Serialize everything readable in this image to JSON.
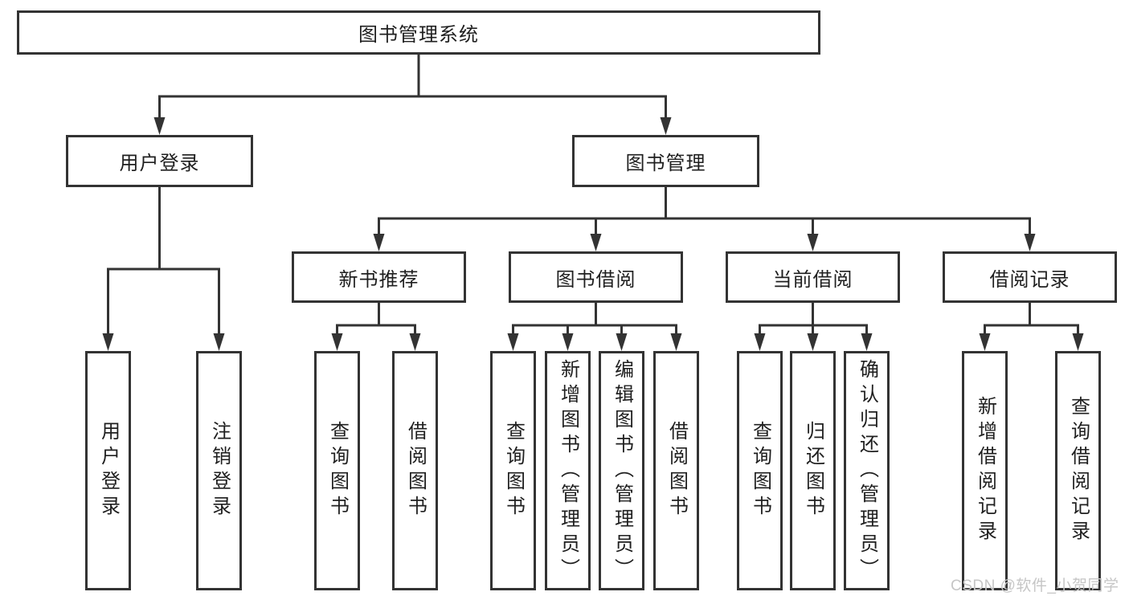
{
  "tree": {
    "label": "图书管理系统",
    "children": [
      {
        "label": "用户登录",
        "children": [
          {
            "label": "用户登录"
          },
          {
            "label": "注销登录"
          }
        ]
      },
      {
        "label": "图书管理",
        "children": [
          {
            "label": "新书推荐",
            "children": [
              {
                "label": "查询图书"
              },
              {
                "label": "借阅图书"
              }
            ]
          },
          {
            "label": "图书借阅",
            "children": [
              {
                "label": "查询图书"
              },
              {
                "label": "新增图书（管理员）"
              },
              {
                "label": "编辑图书（管理员）"
              },
              {
                "label": "借阅图书"
              }
            ]
          },
          {
            "label": "当前借阅",
            "children": [
              {
                "label": "查询图书"
              },
              {
                "label": "归还图书"
              },
              {
                "label": "确认归还（管理员）"
              }
            ]
          },
          {
            "label": "借阅记录",
            "children": [
              {
                "label": "新增借阅记录"
              },
              {
                "label": "查询借阅记录"
              }
            ]
          }
        ]
      }
    ]
  },
  "watermark": {
    "text": "CSDN @软件_小贺同学"
  },
  "colors": {
    "line": "#333333",
    "node_border": "#333333",
    "text": "#1f1f1f",
    "watermark": "#c6c6c6",
    "background": "#ffffff"
  }
}
